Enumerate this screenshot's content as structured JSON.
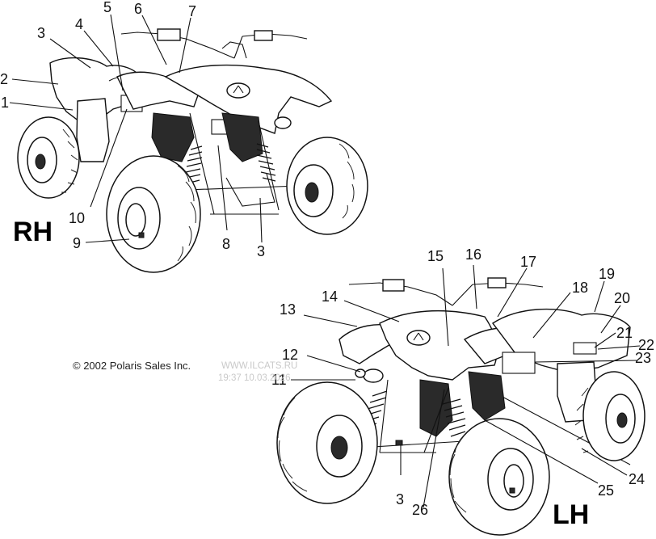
{
  "views": {
    "rh": {
      "label": "RH"
    },
    "lh": {
      "label": "LH"
    }
  },
  "callouts": {
    "rh": [
      "1",
      "2",
      "3",
      "4",
      "5",
      "6",
      "7",
      "10",
      "9",
      "8",
      "3"
    ],
    "lh": [
      "15",
      "16",
      "17",
      "18",
      "19",
      "20",
      "14",
      "13",
      "12",
      "11",
      "21",
      "22",
      "23",
      "24",
      "25",
      "26",
      "3"
    ]
  },
  "copyright": "© 2002 Polaris Sales Inc.",
  "watermark": {
    "site": "WWW.ILCATS.RU",
    "stamp": "19:37 10.03.2026"
  }
}
